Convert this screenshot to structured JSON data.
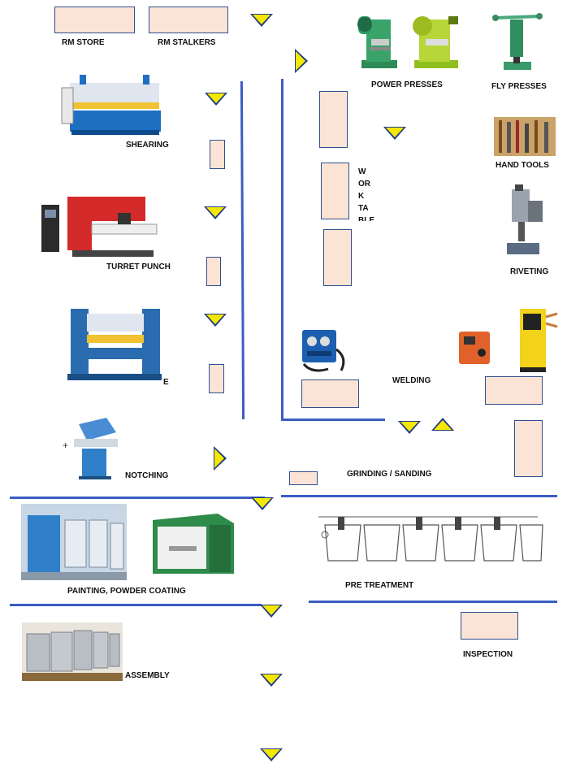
{
  "labels": {
    "rm_store": "RM STORE",
    "rm_stalkers": "RM STALKERS",
    "power_presses": "POWER PRESSES",
    "fly_presses": "FLY PRESSES",
    "shearing": "SHEARING",
    "hand_tools": "HAND TOOLS",
    "turret_punch": "TURRET PUNCH",
    "riveting": "RIVETING",
    "bending_fragment": "E",
    "welding": "WELDING",
    "notching": "NOTCHING",
    "grinding": "GRINDING / SANDING",
    "painting": "PAINTING, POWDER COATING",
    "pre_treatment": "PRE TREATMENT",
    "inspection": "INSPECTION",
    "assembly": "ASSEMBLY"
  },
  "work_table_letters": [
    "W",
    "OR",
    "K",
    "TA",
    "BLE"
  ],
  "colors": {
    "box_fill": "#fbe4d5",
    "box_border": "#2f4f8f",
    "arrow_fill": "#f5e800",
    "arrow_border": "#1f3c88",
    "flow_line": "#3b5cc4"
  }
}
